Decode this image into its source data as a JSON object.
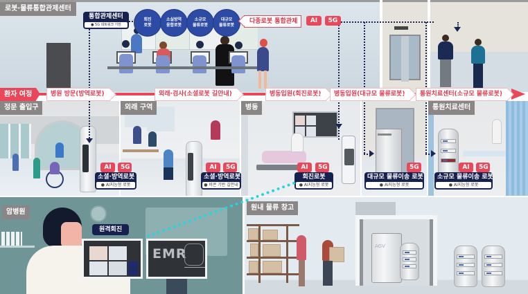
{
  "header": {
    "zone_label": "로봇·물류통합관제센터"
  },
  "control_center": {
    "title": "통합관제센터",
    "subtitle": "● 5G 네트워크 기반",
    "robots": [
      {
        "label": "회진\n로봇"
      },
      {
        "label": "소실방역\n융합로봇"
      },
      {
        "label": "소규모\n물류로봇"
      },
      {
        "label": "대규모\n물류로봇"
      }
    ],
    "callout": "다종로봇 통합관제",
    "tags": [
      "AI",
      "5G"
    ]
  },
  "journey": {
    "title": "환자 여정",
    "steps": [
      {
        "label": "병원 방문(방역로봇)"
      },
      {
        "label": "외래·검사(소셜로봇 길안내)"
      },
      {
        "label": "병동입원(회진로봇)"
      },
      {
        "label": "병동입원(대규모 물류로봇)"
      },
      {
        "label": "통원치료센터(소규모 물류로봇)"
      }
    ]
  },
  "zones": {
    "entrance": {
      "label": "정문 출입구",
      "tags": [
        "AI",
        "5G"
      ],
      "robot_name": "소셜·방역로봇",
      "robot_desc": "● AI지능형 로봇"
    },
    "outpatient": {
      "label": "외래 구역",
      "tags": [
        "AI",
        "5G"
      ],
      "robot_name": "소셜·방역로봇",
      "robot_desc": "● 비콘 기반 길안내"
    },
    "ward": {
      "label": "병동",
      "tags": [
        "AI",
        "5G"
      ],
      "robot_name": "회진로봇",
      "robot_desc": "● AI지능형 로봇"
    },
    "lift": {
      "tags": [
        "5G"
      ],
      "robot_name": "대규모 물류이송 로봇",
      "robot_desc": "● AI지능형 로봇"
    },
    "daycare": {
      "label": "통원치료센터",
      "tags": [
        "AI",
        "5G"
      ],
      "robot_name": "소규모 물류이송 로봇",
      "robot_desc": "● AI지능형 로봇"
    }
  },
  "cancer_hospital": {
    "label": "암병원",
    "remote_label": "원격회진",
    "emr_label": "EMR"
  },
  "warehouse": {
    "label": "원내 물류 창고",
    "agv_label": "AGV"
  },
  "colors": {
    "accent_red": "#e8485a",
    "navy": "#17214f",
    "robot_blue": "#2d4aa5",
    "teleconnect_cyan": "#2ad1e0",
    "zone_label_gray": "#8a8686"
  }
}
